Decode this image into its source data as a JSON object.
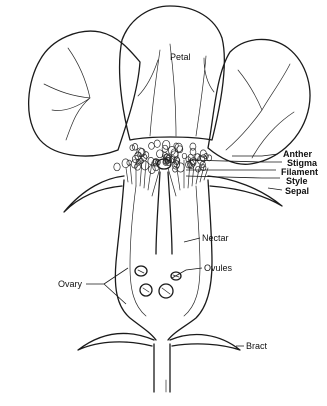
{
  "diagram": {
    "labels": {
      "petal": "Petal",
      "anther": "Anther",
      "stigma": "Stigma",
      "filament": "Filament",
      "style": "Style",
      "sepal": "Sepal",
      "nectar": "Nectar",
      "ovary": "Ovary",
      "ovules": "Ovules",
      "bract": "Bract"
    },
    "colors": {
      "ink": "#1a1a1a",
      "background": "#ffffff"
    }
  }
}
